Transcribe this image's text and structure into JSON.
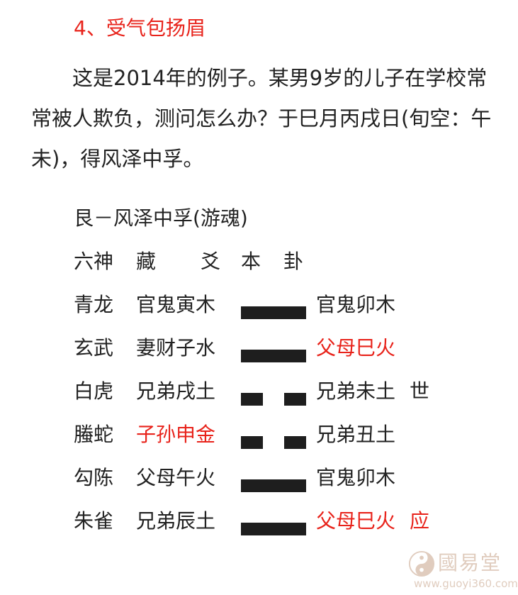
{
  "heading": "4、受气包扬眉",
  "paragraph": "这是2014年的例子。某男9岁的儿子在学校常常被人欺负，测问怎么办？于巳月丙戌日(旬空：午未)，得风泽中孚。",
  "gua": {
    "title": "艮－风泽中孚(游魂)",
    "headers": {
      "liushen": "六神",
      "cang": "藏",
      "yao": "爻",
      "ben": "本",
      "gua": "卦"
    },
    "rows": [
      {
        "liushen": "青龙",
        "fushen": "官鬼寅木",
        "yao": "yang",
        "benyao": "官鬼卯木",
        "mark": ""
      },
      {
        "liushen": "玄武",
        "fushen": "妻财子水",
        "yao": "yang",
        "benyao": "父母巳火",
        "mark": ""
      },
      {
        "liushen": "白虎",
        "fushen": "兄弟戌土",
        "yao": "yin",
        "benyao": "兄弟未土",
        "mark": "世"
      },
      {
        "liushen": "螣蛇",
        "fushen": "子孙申金",
        "yao": "yin",
        "benyao": "兄弟丑土",
        "mark": ""
      },
      {
        "liushen": "勾陈",
        "fushen": "父母午火",
        "yao": "yang",
        "benyao": "官鬼卯木",
        "mark": ""
      },
      {
        "liushen": "朱雀",
        "fushen": "兄弟辰土",
        "yao": "yang",
        "benyao": "父母巳火",
        "mark": "应"
      }
    ]
  },
  "watermark": {
    "name": "國易堂",
    "url": "www.guoyi360.com"
  },
  "colors": {
    "highlight": "#e8231b",
    "text": "#222222",
    "yao_bar": "#1e1e1e",
    "watermark": "#c7a48a"
  }
}
